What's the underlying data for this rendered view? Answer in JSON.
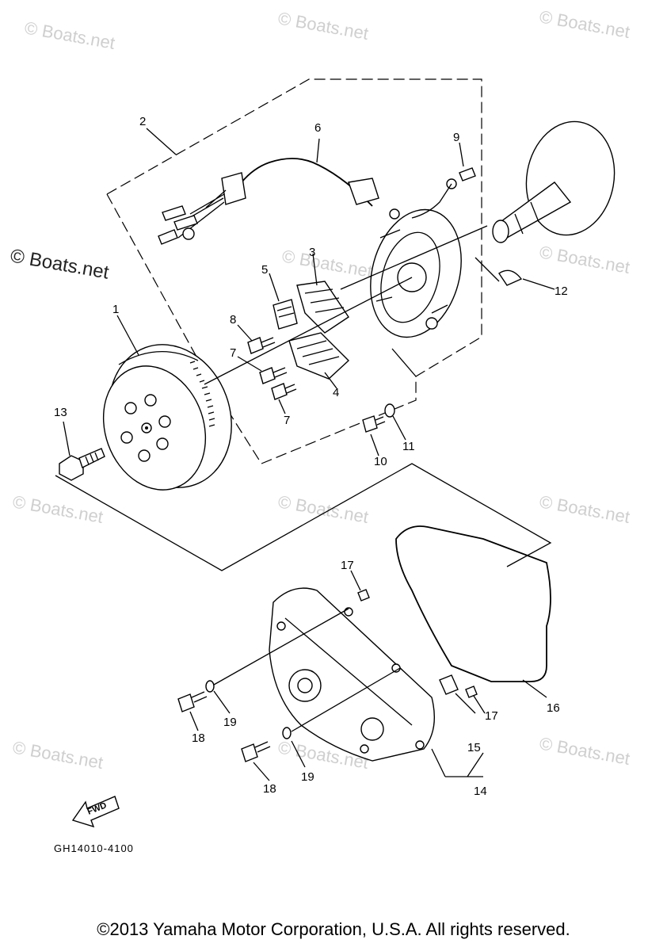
{
  "watermarks": {
    "text": "© Boats.net",
    "side_text": "© Boats.net"
  },
  "callouts": {
    "n1": "1",
    "n2": "2",
    "n3": "3",
    "n4": "4",
    "n5": "5",
    "n6": "6",
    "n7a": "7",
    "n7b": "7",
    "n8": "8",
    "n9": "9",
    "n10": "10",
    "n11": "11",
    "n12": "12",
    "n13": "13",
    "n14": "14",
    "n15": "15",
    "n16": "16",
    "n17a": "17",
    "n17b": "17",
    "n18a": "18",
    "n18b": "18",
    "n19a": "19",
    "n19b": "19"
  },
  "fwd_label": "FWD",
  "part_code": "GH14010-4100",
  "copyright": "©2013 Yamaha Motor Corporation, U.S.A. All rights reserved."
}
